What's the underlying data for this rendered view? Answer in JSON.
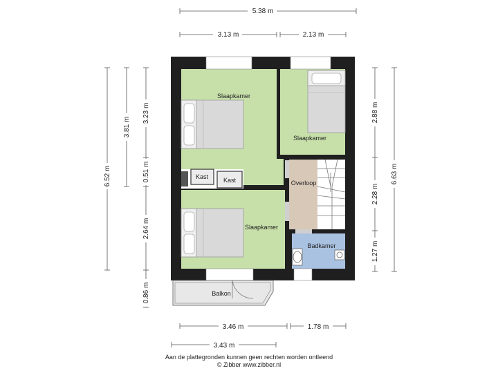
{
  "rooms": {
    "slaapkamer_top": "Slaapkamer",
    "slaapkamer_right": "Slaapkamer",
    "slaapkamer_bottom": "Slaapkamer",
    "kast_1": "Kast",
    "kast_2": "Kast",
    "overloop": "Overloop",
    "badkamer": "Badkamer",
    "balkon": "Balkon"
  },
  "dimensions": {
    "top_total": "5.38 m",
    "top_left": "3.13 m",
    "top_right": "2.13 m",
    "left_total": "6.52 m",
    "left_a": "3.81 m",
    "left_b1": "3.23 m",
    "left_b2": "0.51 m",
    "left_b3": "2.64 m",
    "left_balcony": "0.86 m",
    "right_total": "6.63 m",
    "right_a": "2.88 m",
    "right_b": "2.28 m",
    "right_c": "1.27 m",
    "bottom_left": "3.46 m",
    "bottom_right": "1.78 m",
    "bottom_balcony": "3.43 m"
  },
  "footer": {
    "disclaimer": "Aan de plattegronden kunnen geen rechten worden ontleend",
    "copyright": "© Zibber www.zibber.nl"
  },
  "colors": {
    "room_green": "#c7e0aa",
    "overloop": "#d8c8b8",
    "badkamer": "#a9c2e1",
    "walls": "#1f1f1f",
    "balcony": "#e8e8e8"
  }
}
